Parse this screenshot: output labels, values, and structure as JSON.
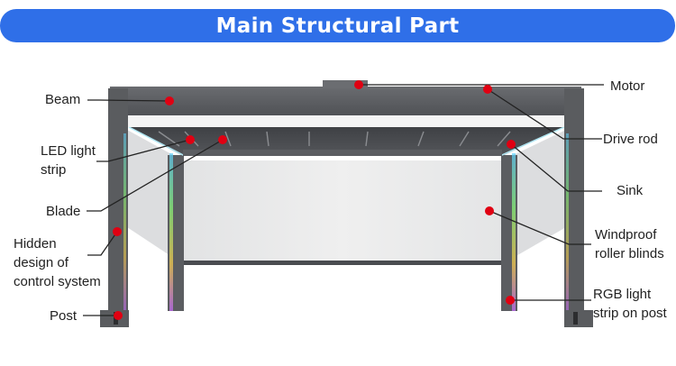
{
  "title": "Main Structural Part",
  "labels": {
    "beam": "Beam",
    "led_strip": [
      "LED light",
      "strip"
    ],
    "blade": "Blade",
    "hidden_control": [
      "Hidden",
      "design of",
      "control system"
    ],
    "post": "Post",
    "motor": "Motor",
    "drive_rod": "Drive rod",
    "sink": "Sink",
    "roller_blinds": [
      "Windproof",
      "roller blinds"
    ],
    "rgb_strip": [
      "RGB light",
      "strip on post"
    ]
  },
  "colors": {
    "banner": "#2f6fe8",
    "frame": "#5a5c5f",
    "marker": "#e00012",
    "leader": "#222222"
  }
}
